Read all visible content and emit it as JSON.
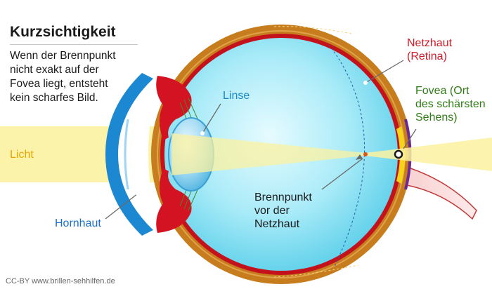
{
  "title": "Kurzsichtigkeit",
  "description": "Wenn der Brennpunkt\nnicht exakt auf der\nFovea liegt, entsteht\nkein scharfes Bild.",
  "labels": {
    "licht": "Licht",
    "linse": "Linse",
    "netzhaut": "Netzhaut\n(Retina)",
    "fovea": "Fovea (Ort\ndes schärsten\nSehens)",
    "brennpunkt": "Brennpunkt\nvor der\nNetzhaut",
    "hornhaut": "Hornhaut"
  },
  "credit": "CC-BY www.brillen-sehhilfen.de",
  "colors": {
    "light_beam": "#fbf2a0",
    "vitreous": "#6fd6ef",
    "sclera": "#c77d1e",
    "retina": "#c4121c",
    "cornea": "#1d88d2",
    "lens": "#79c9ec",
    "fovea_marker": "#2f7d14",
    "focal_point": "#d9541e"
  }
}
